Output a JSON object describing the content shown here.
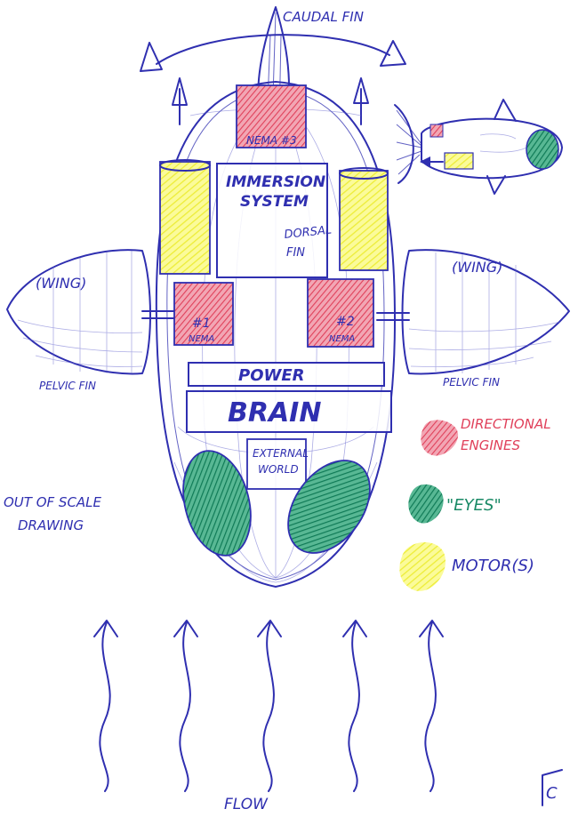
{
  "colors": {
    "ink": "#2f2fb0",
    "motor_yellow": "#f2f24a",
    "engine_red": "#e0405a",
    "eyes_green": "#1a8a66"
  },
  "labels": {
    "caudal_fin": "CAUDAL FIN",
    "nema3": "NEMA #3",
    "immersion_line1": "IMMERSION",
    "immersion_line2": "SYSTEM",
    "dorsal_line1": "DORSAL",
    "dorsal_line2": "FIN",
    "wing_left": "(WING)",
    "wing_right": "(WING)",
    "nema1_num": "#1",
    "nema1_text": "NEMA",
    "nema2_num": "#2",
    "nema2_text": "NEMA",
    "pelvic_fin_left": "PELVIC FIN",
    "pelvic_fin_right": "PELVIC FIN",
    "power": "POWER",
    "brain": "BRAIN",
    "external_line1": "EXTERNAL",
    "external_line2": "WORLD",
    "out_of_scale_line1": "OUT OF SCALE",
    "out_of_scale_line2": "DRAWING",
    "flow": "FLOW",
    "signature": "C"
  },
  "legend": [
    {
      "key": "directional",
      "line1": "DIRECTIONAL",
      "line2": "ENGINES",
      "swatch": "engine_red"
    },
    {
      "key": "eyes",
      "line1": "\"EYES\"",
      "line2": "",
      "swatch": "eyes_green"
    },
    {
      "key": "motors",
      "line1": "MOTOR(S)",
      "line2": "",
      "swatch": "motor_yellow"
    }
  ]
}
